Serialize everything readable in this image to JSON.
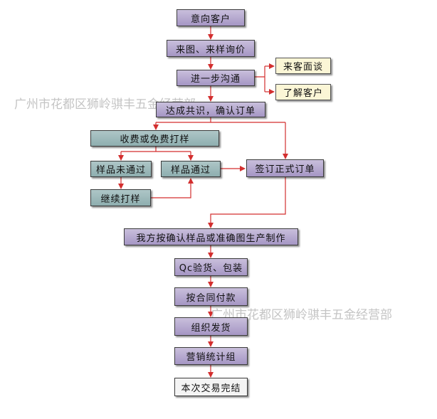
{
  "colors": {
    "primary_box": "#a596c4",
    "secondary_box": "#8eaeaf",
    "side_box": "#fbf6d6",
    "connector": "#d32f2f",
    "watermark": "#bdbdbd"
  },
  "watermarks": [
    "广州市花都区狮岭骐丰五金经营部",
    "广州市花都区狮岭骐丰五金经营部"
  ],
  "steps": {
    "intent_customer": "意向客户",
    "drawing_sample_inquiry": "来图、来样询价",
    "further_communication": "进一步沟通",
    "visit_in_person": "来客面谈",
    "know_customer": "了解客户",
    "reach_consensus": "达成共识，确认订单",
    "sampling": "收费或免费打样",
    "sample_failed": "样品未通过",
    "sample_passed": "样品通过",
    "sign_order": "签订正式订单",
    "continue_sampling": "继续打样",
    "production": "我方按确认样品或准确图生产制作",
    "qc_packing": "Qc验货、包装",
    "payment": "按合同付款",
    "shipping": "组织发货",
    "marketing": "营销统计组",
    "deal_complete": "本次交易完结"
  }
}
